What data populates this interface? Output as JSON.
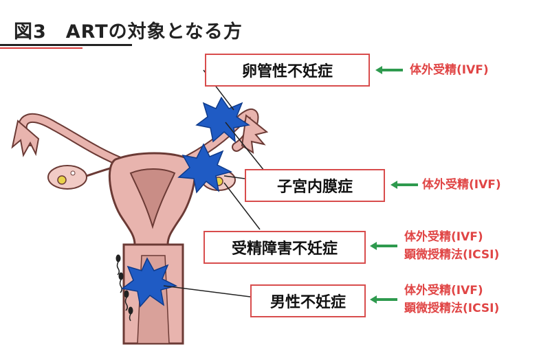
{
  "title": "図3　ARTの対象となる方",
  "targets": [
    {
      "label": "卵管性不妊症",
      "treatments": [
        "体外受精(IVF)"
      ]
    },
    {
      "label": "子宮内膜症",
      "treatments": [
        "体外受精(IVF)"
      ]
    },
    {
      "label": "受精障害不妊症",
      "treatments": [
        "体外受精(IVF)",
        "顕微授精法(ICSI)"
      ]
    },
    {
      "label": "男性不妊症",
      "treatments": [
        "体外受精(IVF)",
        "顕微授精法(ICSI)"
      ]
    }
  ],
  "colors": {
    "box_border": "#d84c4c",
    "treatment_text": "#e04545",
    "arrow": "#2e9a4e",
    "burst": "#1f5bc4",
    "uterus": "#e8b4ae",
    "uterus_outline": "#6b3a35"
  }
}
